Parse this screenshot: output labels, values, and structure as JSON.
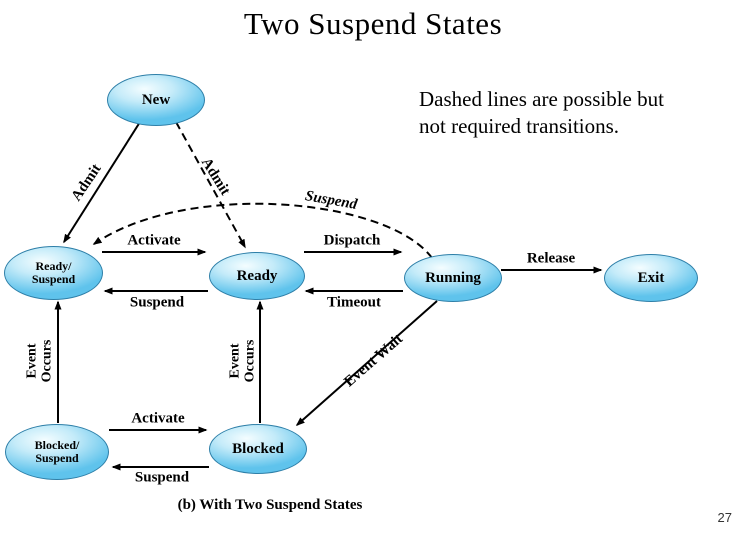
{
  "title": "Two Suspend States",
  "note": {
    "line1": "Dashed lines are possible but",
    "line2": "not required transitions."
  },
  "caption": "(b) With Two Suspend States",
  "page_number": "27",
  "colors": {
    "node_fill": "#5fc3ec",
    "node_highlight": "#f4fdff",
    "node_border": "#2e7fa8",
    "arrow": "#000000",
    "background": "#ffffff"
  },
  "nodes": {
    "new": {
      "label": "New"
    },
    "ready_suspend": {
      "line1": "Ready/",
      "line2": "Suspend"
    },
    "ready": {
      "label": "Ready"
    },
    "running": {
      "label": "Running"
    },
    "exit": {
      "label": "Exit"
    },
    "blocked_suspend": {
      "line1": "Blocked/",
      "line2": "Suspend"
    },
    "blocked": {
      "label": "Blocked"
    }
  },
  "edges": {
    "admit_left": {
      "label": "Admit",
      "from": "New",
      "to": "Ready/Suspend",
      "style": "solid"
    },
    "admit_right": {
      "label": "Admit",
      "from": "New",
      "to": "Ready",
      "style": "dashed"
    },
    "suspend_curve": {
      "label": "Suspend",
      "from": "Running",
      "to": "Ready/Suspend",
      "style": "dashed"
    },
    "activate_top": {
      "label": "Activate",
      "from": "Ready/Suspend",
      "to": "Ready",
      "style": "solid"
    },
    "suspend_top": {
      "label": "Suspend",
      "from": "Ready",
      "to": "Ready/Suspend",
      "style": "solid"
    },
    "dispatch": {
      "label": "Dispatch",
      "from": "Ready",
      "to": "Running",
      "style": "solid"
    },
    "timeout": {
      "label": "Timeout",
      "from": "Running",
      "to": "Ready",
      "style": "solid"
    },
    "release": {
      "label": "Release",
      "from": "Running",
      "to": "Exit",
      "style": "solid"
    },
    "event_occurs_left": {
      "line1": "Event",
      "line2": "Occurs",
      "from": "Blocked/Suspend",
      "to": "Ready/Suspend",
      "style": "solid"
    },
    "event_occurs_mid": {
      "line1": "Event",
      "line2": "Occurs",
      "from": "Blocked",
      "to": "Ready",
      "style": "solid"
    },
    "event_wait": {
      "label": "Event Wait",
      "from": "Running",
      "to": "Blocked",
      "style": "solid"
    },
    "activate_bottom": {
      "label": "Activate",
      "from": "Blocked/Suspend",
      "to": "Blocked",
      "style": "solid"
    },
    "suspend_bottom": {
      "label": "Suspend",
      "from": "Blocked",
      "to": "Blocked/Suspend",
      "style": "solid"
    }
  }
}
